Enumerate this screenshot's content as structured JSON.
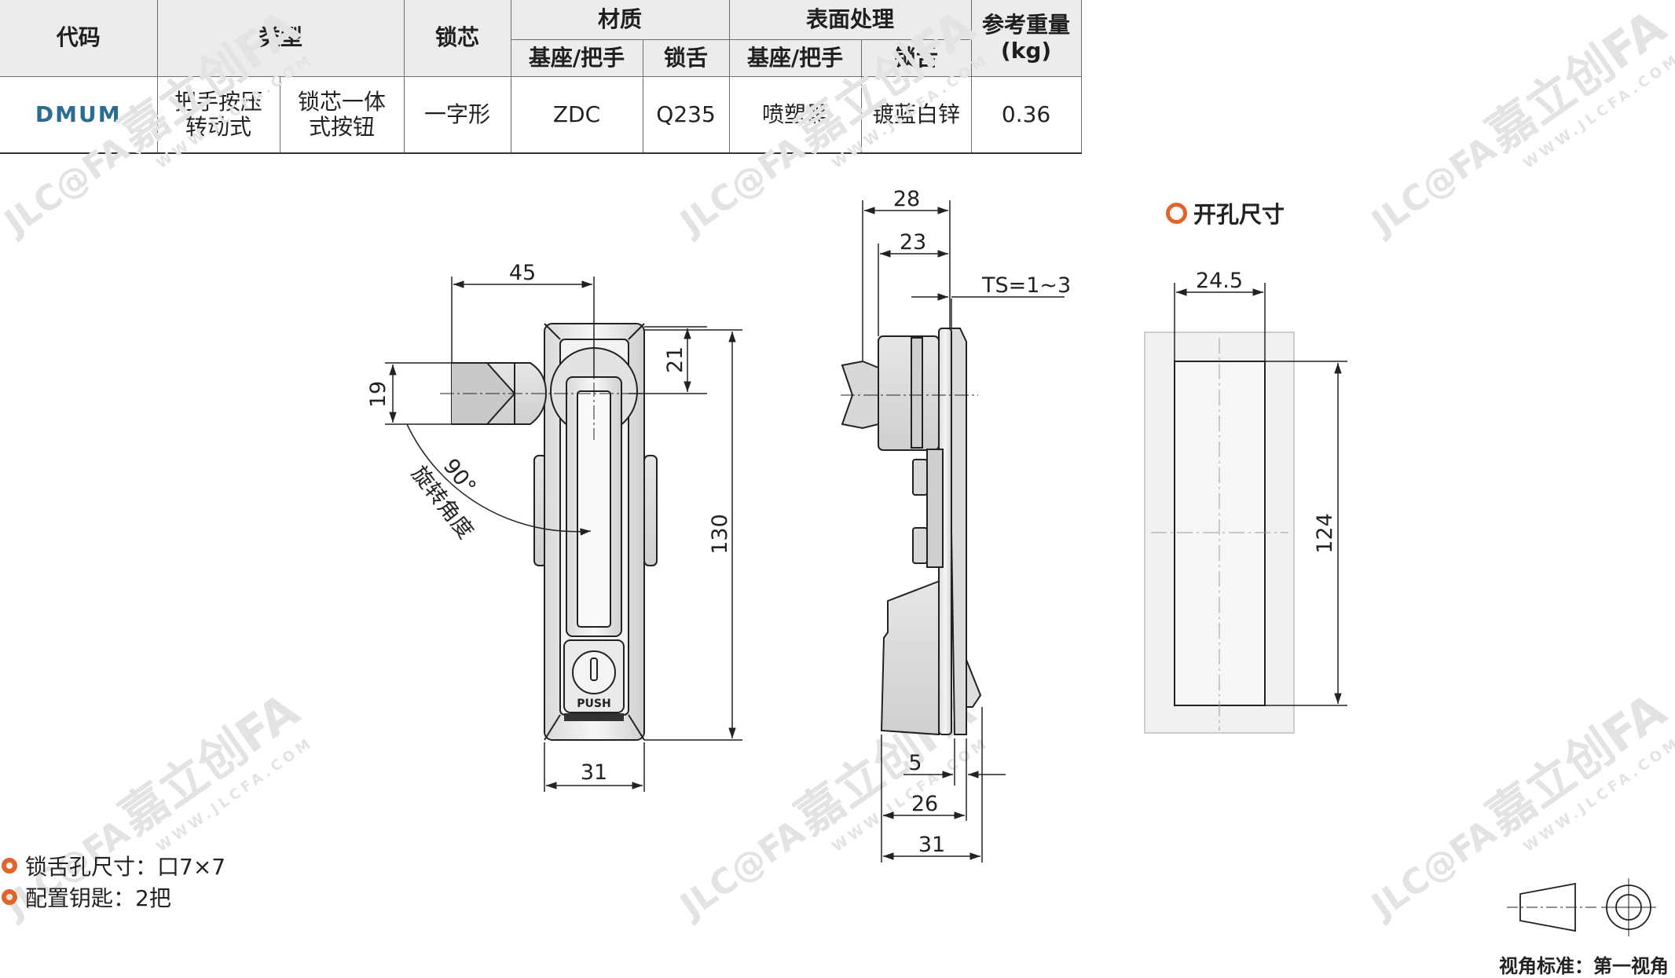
{
  "table": {
    "headers": {
      "code": "代码",
      "type": "类型",
      "lock_core": "锁芯",
      "material": "材质",
      "surface": "表面处理",
      "weight": "参考重量",
      "weight_unit": "(kg)",
      "base_handle": "基座/把手",
      "tongue": "锁舌"
    },
    "row": {
      "code": "DMUM",
      "type_a_1": "把手按压",
      "type_a_2": "转动式",
      "type_b_1": "锁芯一体",
      "type_b_2": "式按钮",
      "lock_core": "一字形",
      "material_base": "ZDC",
      "material_tongue": "Q235",
      "surface_base": "喷塑黑",
      "surface_tongue": "镀蓝白锌",
      "weight": "0.36"
    }
  },
  "dimensions": {
    "front_width_top": "45",
    "front_offset": "21",
    "front_height": "130",
    "tongue_height": "19",
    "rotation_angle": "90°",
    "rotation_label": "旋转角度",
    "front_width_bottom": "31",
    "side_top_28": "28",
    "side_top_23": "23",
    "ts_range": "TS=1~3",
    "side_5": "5",
    "side_26": "26",
    "side_31": "31",
    "hole_width": "24.5",
    "hole_height": "124",
    "push_label": "PUSH"
  },
  "hole_title": "开孔尺寸",
  "notes": {
    "tongue_hole": "锁舌孔尺寸：口7×7",
    "keys": "配置钥匙：2把"
  },
  "view_standard": "视角标准：第一视角",
  "watermark": {
    "brand": "嘉立创FA",
    "logo": "JLC@FA",
    "url": "WWW.JLCFA.COM"
  },
  "colors": {
    "accent": "#e0652d",
    "code_blue": "#2b6c92",
    "header_bg": "#ececec",
    "line": "#222222"
  }
}
